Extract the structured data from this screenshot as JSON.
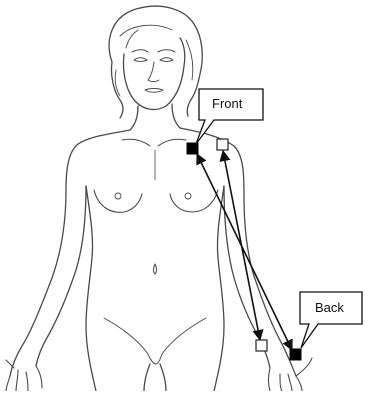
{
  "callouts": [
    {
      "id": "front",
      "label": "Front"
    },
    {
      "id": "back",
      "label": "Back"
    }
  ],
  "markers": {
    "front_start": {
      "fill": "#000000",
      "stroke": "#000000"
    },
    "back_start": {
      "fill": "#ffffff",
      "stroke": "#222222"
    },
    "back_end": {
      "fill": "#000000",
      "stroke": "#000000"
    },
    "front_end": {
      "fill": "#ffffff",
      "stroke": "#222222"
    }
  },
  "colors": {
    "outline": "#4a4a4a",
    "arrow": "#111111",
    "background": "#ffffff"
  }
}
